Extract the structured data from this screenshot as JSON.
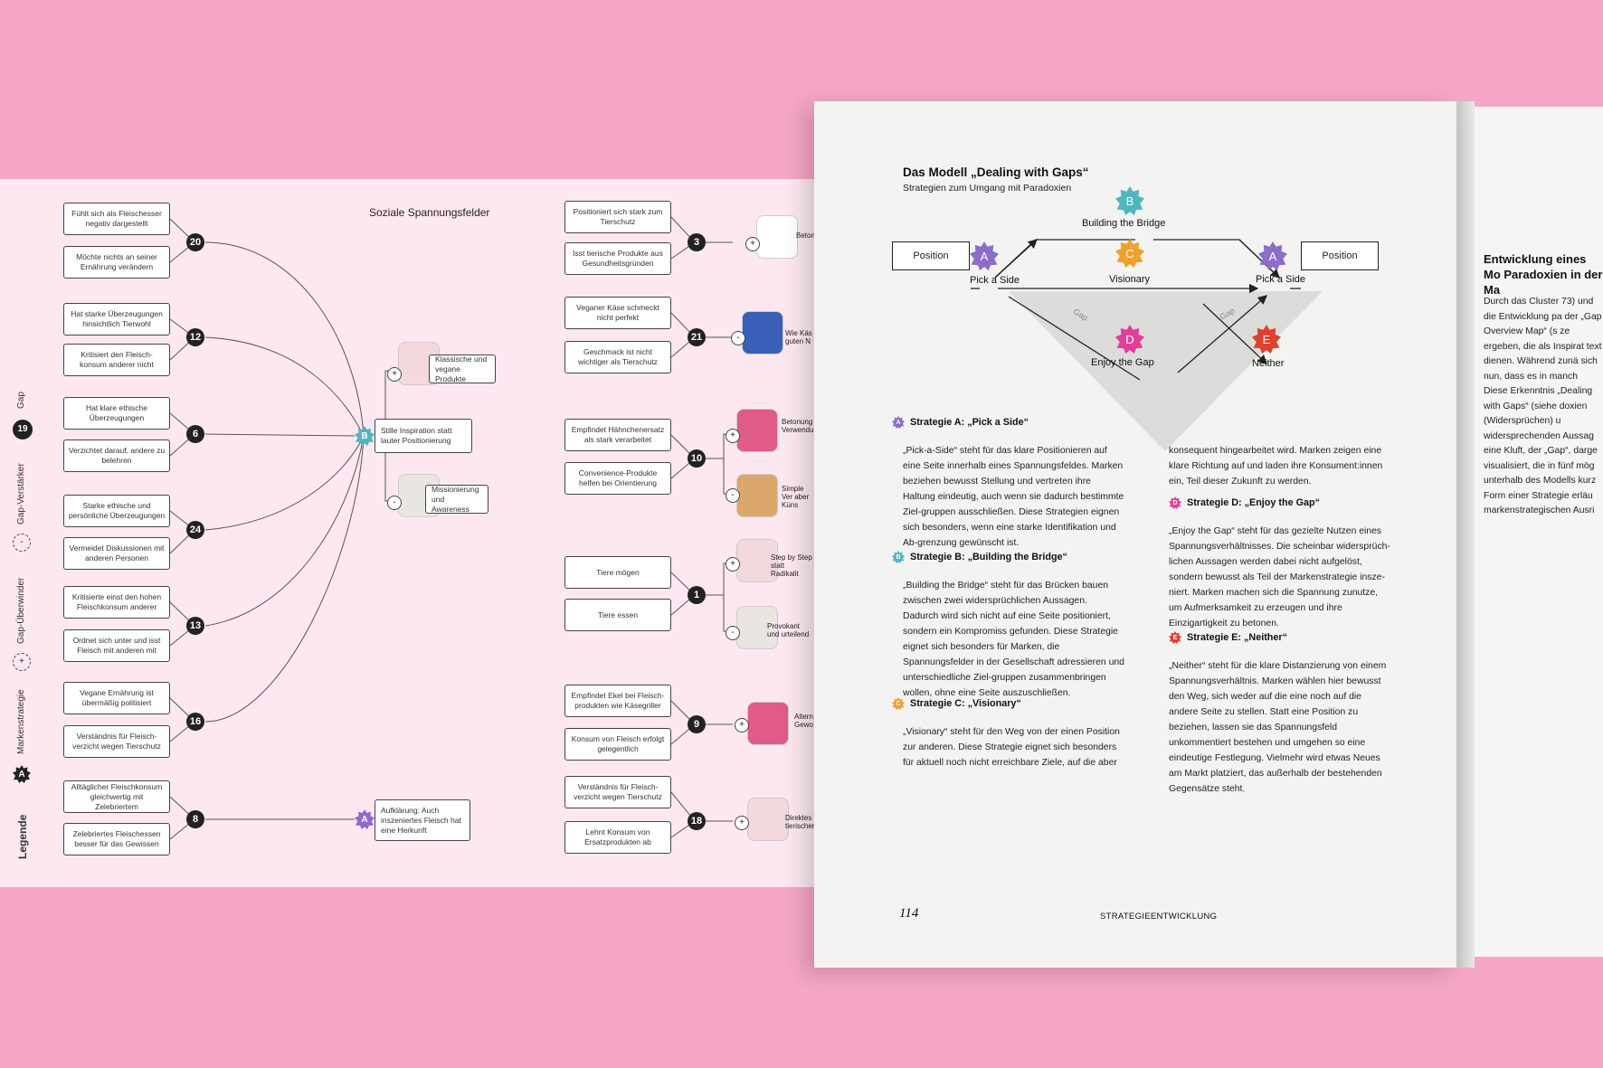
{
  "poster": {
    "title": "Soziale Spannungsfelder",
    "legend": {
      "title": "Legende",
      "markenstrategie": "Markenstrategie",
      "ueberwinder": "Gap-Überwinder",
      "verstaerker": "Gap-Verstärker",
      "gap_num": "19",
      "gap": "Gap",
      "badge": "A",
      "plus": "+",
      "minus": "-"
    },
    "left_groups": [
      {
        "num": "20",
        "a": "Fühlt sich als Fleischesser negativ dargestellt",
        "b": "Möchte nichts an seiner Ernährung verändern"
      },
      {
        "num": "12",
        "a": "Hat starke Überzeugungen hinsichtlich Tierwohl",
        "b": "Kritisiert den Fleisch-konsum anderer nicht"
      },
      {
        "num": "6",
        "a": "Hat klare ethische Überzeugungen",
        "b": "Verzichtet darauf, andere zu belehren"
      },
      {
        "num": "24",
        "a": "Starke ethische und persönliche Überzeugungen",
        "b": "Vermeidet Diskussionen mit anderen Personen"
      },
      {
        "num": "13",
        "a": "Kritisierte einst den hohen Fleischkonsum anderer",
        "b": "Ordnet sich unter und isst Fleisch mit anderen mit"
      },
      {
        "num": "16",
        "a": "Vegane Ernährung ist übermäßig politisiert",
        "b": "Verständnis für Fleisch-verzicht wegen Tierschutz"
      },
      {
        "num": "8",
        "a": "Alltäglicher Fleischkonsum gleichwertig mit Zelebriertem",
        "b": "Zelebriertes Fleischessen besser für das Gewissen"
      }
    ],
    "mid": {
      "b_badge": "B",
      "b_text": "Stille Inspiration statt lauter Positionierung",
      "p1": "Klassische und vegane Produkte",
      "p2": "Missionierung und Awareness",
      "a_badge": "A",
      "a_text": "Aufklärung: Auch inszeniertes Fleisch hat eine Herkunft"
    },
    "right_groups": [
      {
        "num": "3",
        "a": "Positioniert sich stark zum Tierschutz",
        "b": "Isst tierische Produkte aus Gesundheitsgründen",
        "p": "Betont Nährw"
      },
      {
        "num": "21",
        "a": "Veganer Käse schmeckt nicht perfekt",
        "b": "Geschmack ist nicht wichtiger als Tierschutz",
        "p": "Wie Käs guten N"
      },
      {
        "num": "10",
        "a": "Empfindet Hähnchenersatz als stark verarbeitet",
        "b": "Convenience-Produkte helfen bei Orientierung",
        "p": "Betonung Verwendu",
        "p2": "Simple Ver aber Küns"
      },
      {
        "num": "1",
        "a": "Tiere mögen",
        "b": "Tiere essen",
        "p": "Step by Step statt Radikalit",
        "p2": "Provokant und urteilend"
      },
      {
        "num": "9",
        "a": "Empfindet Ekel bei Fleisch-produkten wie Käsegriller",
        "b": "Konsum von Fleisch erfolgt gelegentlich",
        "p": "Altern Gewo"
      },
      {
        "num": "18",
        "a": "Verständnis für Fleisch-verzicht wegen Tierschutz",
        "b": "Lehnt Konsum von Ersatzprodukten ab",
        "p": "Direktes tierischer"
      }
    ]
  },
  "book": {
    "title": "Das Modell „Dealing with Gaps“",
    "subtitle": "Strategien zum Umgang mit Paradoxien",
    "diagram": {
      "position_left": "Position",
      "position_right": "Position",
      "a": "A",
      "b": "B",
      "c": "C",
      "d": "D",
      "e": "E",
      "pick_left": "Pick a Side",
      "pick_right": "Pick a Side",
      "bridge": "Building the Bridge",
      "visionary": "Visionary",
      "enjoy": "Enjoy the Gap",
      "neither": "Neither",
      "gap": "Gap"
    },
    "col1": {
      "h_a": "Strategie A: „Pick a Side“",
      "t_a": "„Pick-a-Side“ steht für das klare Positionieren auf eine Seite innerhalb eines Spannungsfeldes. Marken beziehen bewusst Stellung und vertreten ihre Haltung eindeutig, auch wenn sie dadurch bestimmte Ziel-gruppen ausschließen. Diese Strategien eignen sich besonders, wenn eine starke Identifikation und Ab-grenzung gewünscht ist.",
      "h_b": "Strategie B: „Building the Bridge“",
      "t_b": "„Building the Bridge“ steht für das Brücken bauen zwischen zwei widersprüchlichen Aussagen. Dadurch wird sich nicht auf eine Seite positioniert, sondern ein Kompromiss gefunden. Diese Strategie eignet sich besonders für Marken, die Spannungsfelder in der Gesellschaft adressieren und unterschiedliche Ziel-gruppen zusammenbringen wollen, ohne eine Seite auszuschließen.",
      "h_c": "Strategie C: „Visionary“",
      "t_c": "„Visionary“ steht für den Weg von der einen Position zur anderen. Diese Strategie eignet sich besonders für aktuell noch nicht erreichbare Ziele, auf die aber"
    },
    "col2": {
      "t_cont": "konsequent hingearbeitet wird. Marken zeigen eine klare Richtung auf und laden ihre Konsument:innen ein, Teil dieser Zukunft zu werden.",
      "h_d": "Strategie D: „Enjoy the Gap“",
      "t_d": "„Enjoy the Gap“ steht für das gezielte Nutzen eines Spannungsverhältnisses. Die scheinbar widersprüch-lichen Aussagen werden dabei nicht aufgelöst, sondern bewusst als Teil der Markenstrategie insze-niert. Marken machen sich die Spannung zunutze, um Aufmerksamkeit zu erzeugen und ihre Einzigartigkeit zu betonen.",
      "h_e": "Strategie E: „Neither“",
      "t_e": "„Neither“ steht für die klare Distanzierung von einem Spannungsverhältnis. Marken wählen hier bewusst den Weg, sich weder auf die eine noch auf die andere Seite zu stellen. Statt eine Position zu beziehen, lassen sie das Spannungsfeld unkommentiert bestehen und umgehen so eine eindeutige Festlegung. Vielmehr wird etwas Neues am Markt platziert, das außerhalb der bestehenden Gegensätze steht."
    },
    "page_number": "114",
    "footer": "STRATEGIEENTWICKLUNG",
    "right_page": {
      "heading": "Entwicklung eines Mo Paradoxien in der Ma",
      "text": "Durch das Cluster 73) und die Entwicklung pa der „Gap Overview Map“ (s ze ergeben, die als Inspirat text dienen. Während zunä sich nun, dass es in manch Diese Erkenntnis „Dealing with Gaps“ (siehe doxien (Widersprüchen) u widersprechenden Aussag eine Kluft, der „Gap“, darge visualisiert, die in fünf mög unterhalb des Modells kurz Form einer Strategie erläu markenstrategischen Ausri"
    },
    "colors": {
      "a": "#8e6cc9",
      "b": "#4fb6c0",
      "c": "#f0a02e",
      "d": "#e0409a",
      "e": "#e0402e"
    }
  }
}
